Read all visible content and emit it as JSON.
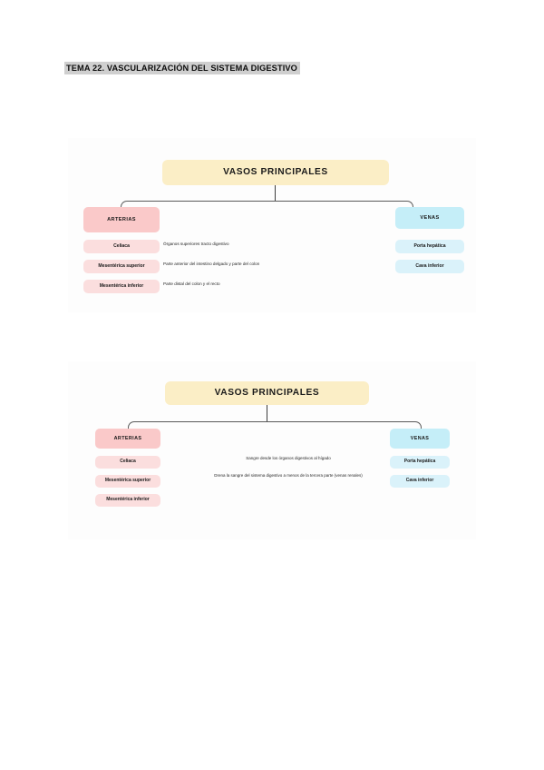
{
  "document": {
    "title": "TEMA 22. VASCULARIZACIÓN DEL SISTEMA DIGESTIVO"
  },
  "colors": {
    "root_box": "#fbeec6",
    "artery_box": "#fac9c9",
    "artery_leaf": "#fbdede",
    "vein_box": "#c5eef8",
    "vein_leaf": "#daf2fa",
    "connector": "#5a5a5a",
    "title_highlight": "#cfcfcf"
  },
  "diagram1": {
    "root": "VASOS PRINCIPALES",
    "arteries": {
      "heading": "ARTERIAS",
      "items": [
        "Celiaca",
        "Mesentérica superior",
        "Mesentérica inferior"
      ],
      "descriptions": [
        "Órganos superiores tracto digestivo",
        "Parte anterior del intestino delgado y parte del colon",
        "Parte distal del colon y el recto"
      ]
    },
    "veins": {
      "heading": "VENAS",
      "items": [
        "Porta hepática",
        "Cava inferior"
      ]
    }
  },
  "diagram2": {
    "root": "VASOS PRINCIPALES",
    "arteries": {
      "heading": "ARTERIAS",
      "items": [
        "Celiaca",
        "Mesentérica superior",
        "Mesentérica inferior"
      ]
    },
    "veins": {
      "heading": "VENAS",
      "items": [
        "Porta hepática",
        "Cava inferior"
      ],
      "descriptions": [
        "Sangre desde los órganos digestivos al hígado",
        "Drena la sangre del sistema digestivo a menos de la tercera parte (venas renales)"
      ]
    }
  }
}
